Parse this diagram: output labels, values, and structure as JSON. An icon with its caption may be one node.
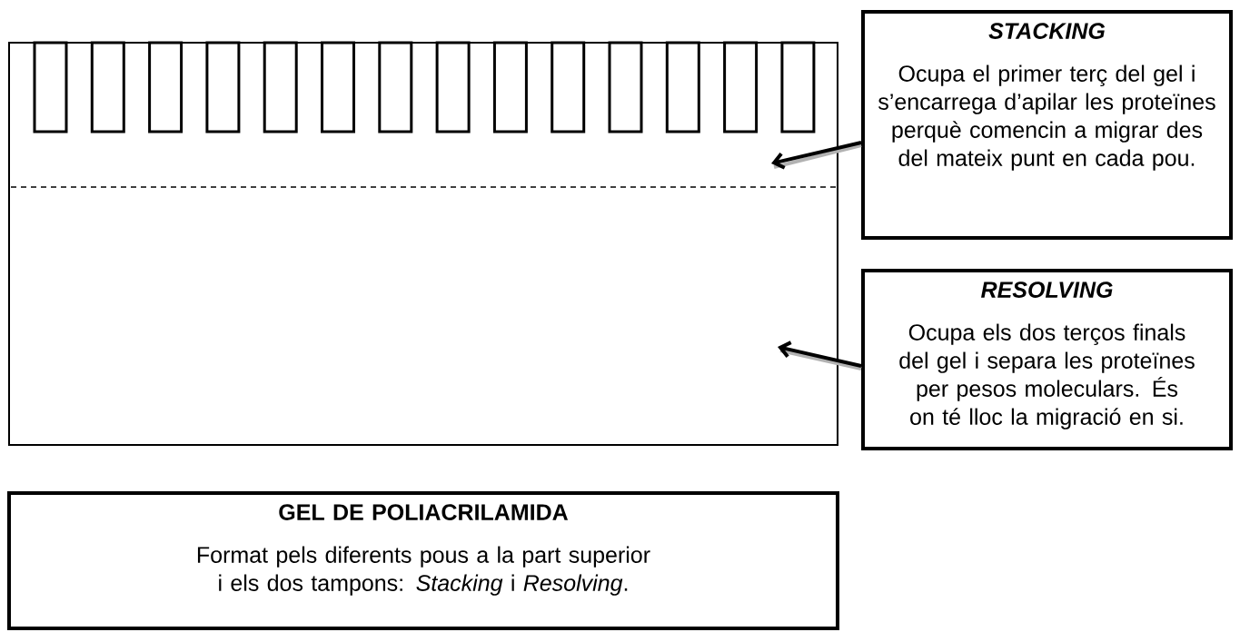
{
  "diagram": {
    "nodes": [
      {
        "text": [],
        "shape": "box"
      },
      {
        "text": [
          "STACKING",
          "Ocupa el primer terç del gel i s’encarrega d’apilar les proteïnes perquè comencin a migrar des del mateix punt en cada pou."
        ]
      },
      {
        "text": [
          "RESOLVING",
          "Ocupa els dos terços finals del gel i separa les proteïnes per pesos moleculars. És on té lloc la migració en si."
        ]
      },
      {
        "text": [
          "GEL DE POLIACRILAMIDA",
          "Format pels diferents pous a la part superior i els dos tampons: *Stacking* i *Resolving*."
        ]
      }
    ],
    "edges": [
      {
        "from": 1,
        "to": 0,
        "arrow": "to"
      },
      {
        "from": 2,
        "to": 0,
        "arrow": "to"
      }
    ]
  }
}
